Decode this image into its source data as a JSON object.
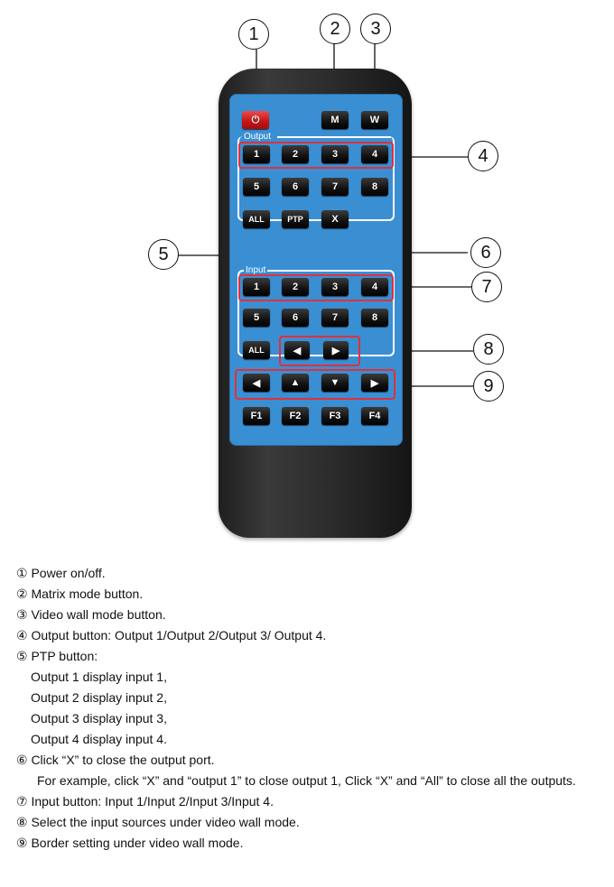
{
  "remote": {
    "output_label": "Output",
    "input_label": "Input",
    "buttons": {
      "power_symbol": "⏻",
      "m": "M",
      "w": "W",
      "out_1": "1",
      "out_2": "2",
      "out_3": "3",
      "out_4": "4",
      "out_5": "5",
      "out_6": "6",
      "out_7": "7",
      "out_8": "8",
      "out_all": "ALL",
      "ptp": "PTP",
      "x": "X",
      "in_1": "1",
      "in_2": "2",
      "in_3": "3",
      "in_4": "4",
      "in_5": "5",
      "in_6": "6",
      "in_7": "7",
      "in_8": "8",
      "in_all": "ALL",
      "src_left": "◀",
      "src_right": "▶",
      "left": "◀",
      "up": "▲",
      "down": "▼",
      "right": "▶",
      "f1": "F1",
      "f2": "F2",
      "f3": "F3",
      "f4": "F4"
    }
  },
  "callouts": [
    "1",
    "2",
    "3",
    "4",
    "5",
    "6",
    "7",
    "8",
    "9"
  ],
  "accent_color": "#e0303b",
  "face_color": "#3a8fd3",
  "notes": [
    "① Power on/off.",
    "② Matrix mode button.",
    "③ Video wall mode button.",
    "④ Output button: Output 1/Output 2/Output 3/ Output 4.",
    "⑤ PTP button:",
    "Output 1 display input 1,",
    "Output 2 display input 2,",
    "Output 3 display input 3,",
    "Output 4 display input 4.",
    "⑥ Click “X” to close the output port.",
    "For example, click “X” and “output 1” to close output 1, Click “X” and “All” to close all the outputs.",
    "⑦ Input button: Input 1/Input 2/Input 3/Input 4.",
    "⑧ Select the input sources under video wall mode.",
    "⑨ Border setting under video wall mode."
  ]
}
